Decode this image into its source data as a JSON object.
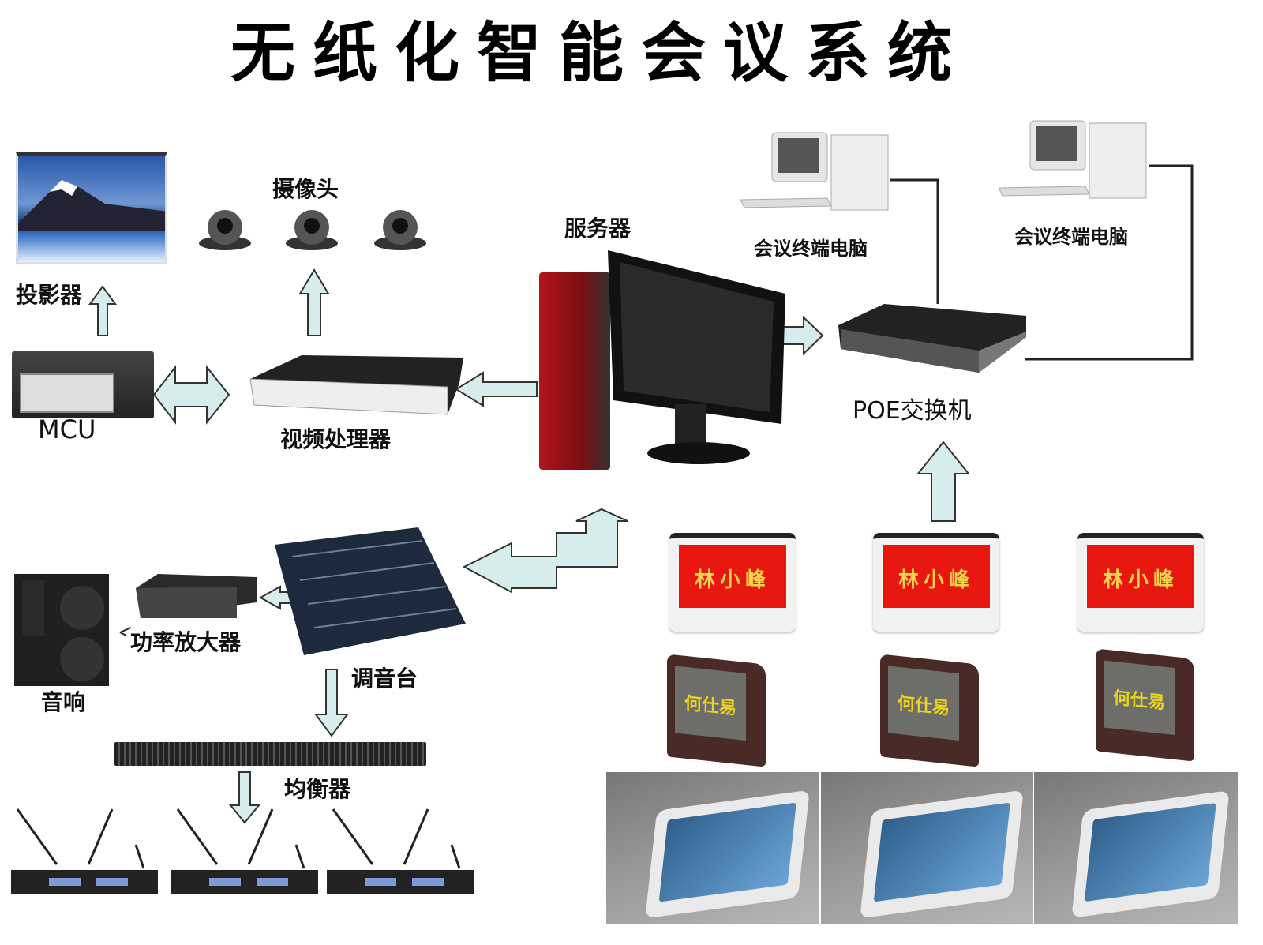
{
  "title": "无纸化智能会议系统",
  "labels": {
    "projector": "投影器",
    "camera": "摄像头",
    "server": "服务器",
    "terminal_pc_1": "会议终端电脑",
    "terminal_pc_2": "会议终端电脑",
    "mcu": "MCU",
    "video_processor": "视频处理器",
    "poe_switch": "POE交换机",
    "amplifier": "功率放大器",
    "mixer": "调音台",
    "speaker": "音响",
    "equalizer": "均衡器"
  },
  "nameplates": [
    "林小峰",
    "林小峰",
    "林小峰"
  ],
  "tablets": [
    "何仕易",
    "何仕易",
    "何仕易"
  ],
  "colors": {
    "arrow_fill": "#d7ecec",
    "nameplate_red": "#e8170f",
    "server_red": "#b3151c"
  }
}
